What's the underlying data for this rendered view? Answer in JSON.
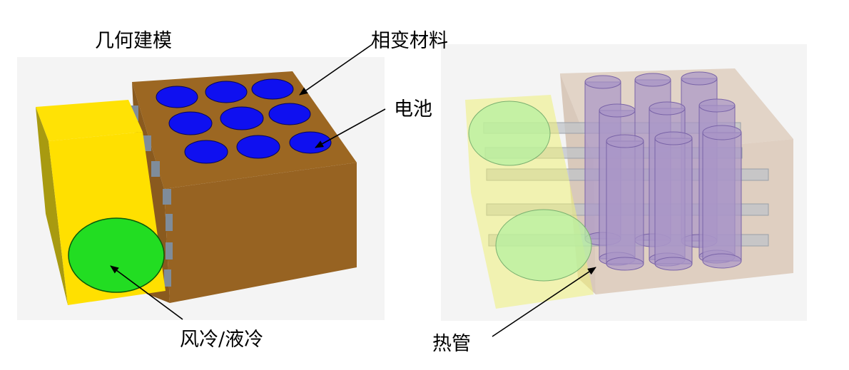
{
  "labels": {
    "title": "几何建模",
    "pcm": "相变材料",
    "battery": "电池",
    "cooling": "风冷/液冷",
    "heatpipe": "热管"
  },
  "colors": {
    "background": "#ffffff",
    "panel": "#f4f4f4",
    "pcm_block": "#9b6622",
    "battery": "#0f10f0",
    "cooling_box": "#ffe000",
    "cooling_disc": "#22dd22",
    "transparent_pcm": "#dcc9b8",
    "transparent_battery": "#a996c8",
    "transparent_heatpipe": "#d8cc90",
    "transparent_cooling": "#eef07a"
  }
}
